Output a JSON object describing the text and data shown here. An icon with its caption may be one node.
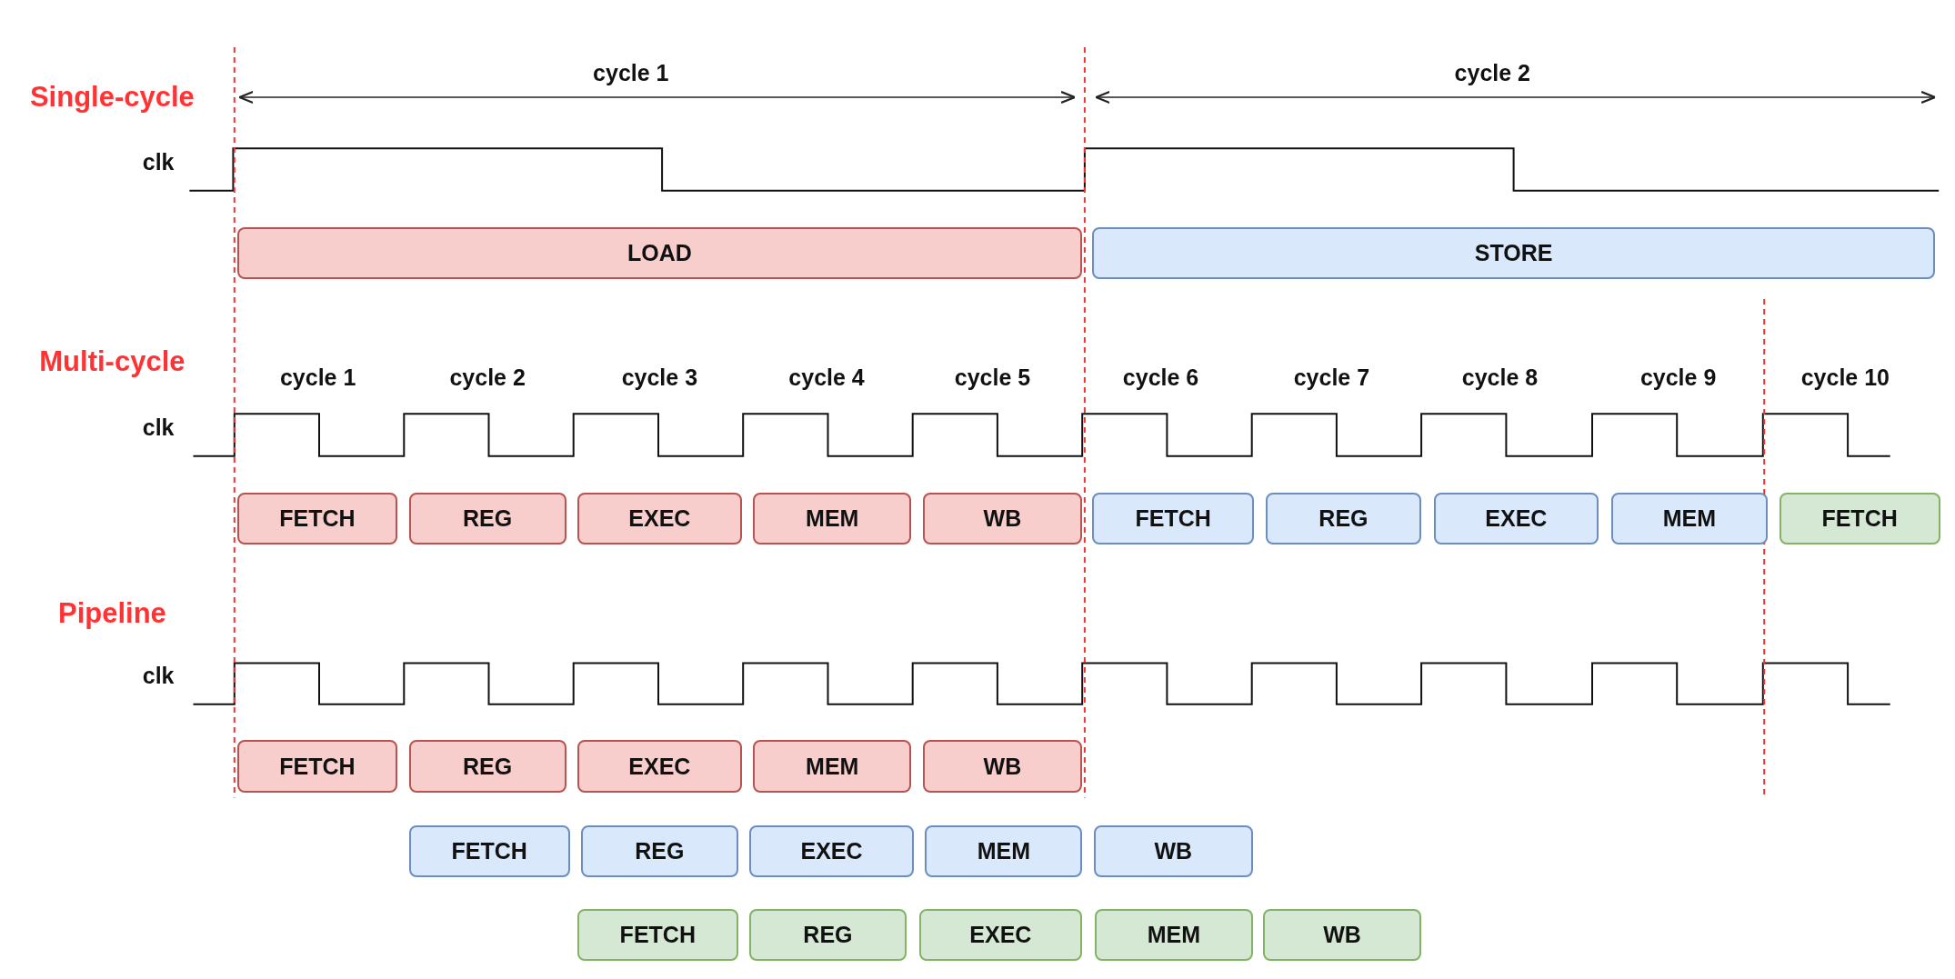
{
  "diagram": {
    "nodes": [
      {
        "text": [
          "LOAD"
        ]
      },
      {
        "text": [
          "STORE"
        ]
      },
      {
        "text": [
          "FETCH"
        ]
      },
      {
        "text": [
          "REG"
        ]
      },
      {
        "text": [
          "EXEC"
        ]
      },
      {
        "text": [
          "MEM"
        ]
      },
      {
        "text": [
          "WB"
        ]
      },
      {
        "text": [
          "FETCH"
        ]
      },
      {
        "text": [
          "REG"
        ]
      },
      {
        "text": [
          "EXEC"
        ]
      },
      {
        "text": [
          "MEM"
        ]
      },
      {
        "text": [
          "FETCH"
        ]
      },
      {
        "text": [
          "FETCH"
        ]
      },
      {
        "text": [
          "REG"
        ]
      },
      {
        "text": [
          "EXEC"
        ]
      },
      {
        "text": [
          "MEM"
        ]
      },
      {
        "text": [
          "WB"
        ]
      },
      {
        "text": [
          "FETCH"
        ]
      },
      {
        "text": [
          "REG"
        ]
      },
      {
        "text": [
          "EXEC"
        ]
      },
      {
        "text": [
          "MEM"
        ]
      },
      {
        "text": [
          "WB"
        ]
      },
      {
        "text": [
          "FETCH"
        ]
      },
      {
        "text": [
          "REG"
        ]
      },
      {
        "text": [
          "EXEC"
        ]
      },
      {
        "text": [
          "MEM"
        ]
      },
      {
        "text": [
          "WB"
        ]
      }
    ],
    "labels": [
      "Single-cycle",
      "cycle 1",
      "cycle 2",
      "clk",
      "Multi-cycle",
      "cycle 1",
      "cycle 2",
      "cycle 3",
      "cycle 4",
      "cycle 5",
      "cycle 6",
      "cycle 7",
      "cycle 8",
      "cycle 9",
      "cycle 10",
      "clk",
      "Pipeline",
      "clk"
    ]
  }
}
